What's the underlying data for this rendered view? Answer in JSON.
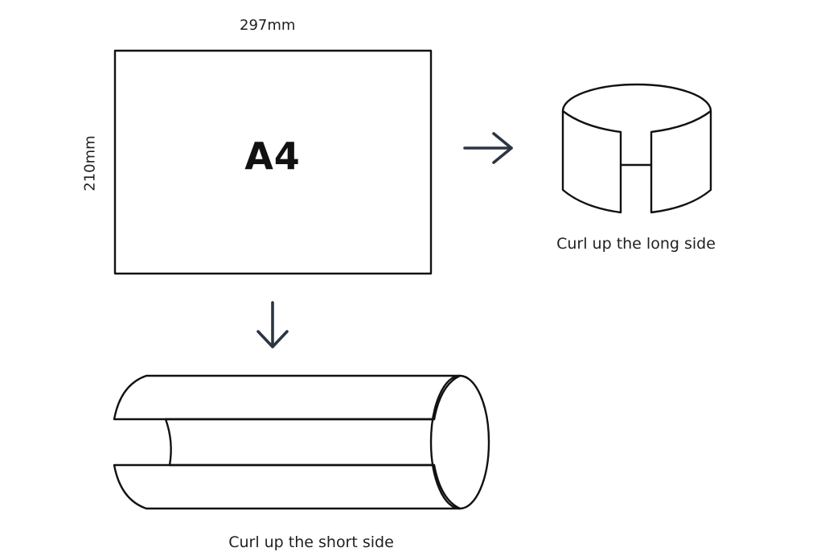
{
  "sheet": {
    "name": "A4",
    "width_label": "297mm",
    "height_label": "210mm"
  },
  "captions": {
    "long_side": "Curl up the long side",
    "short_side": "Curl up the short side"
  },
  "colors": {
    "outline": "#111111",
    "arrow": "#2b3542",
    "background": "#ffffff"
  }
}
